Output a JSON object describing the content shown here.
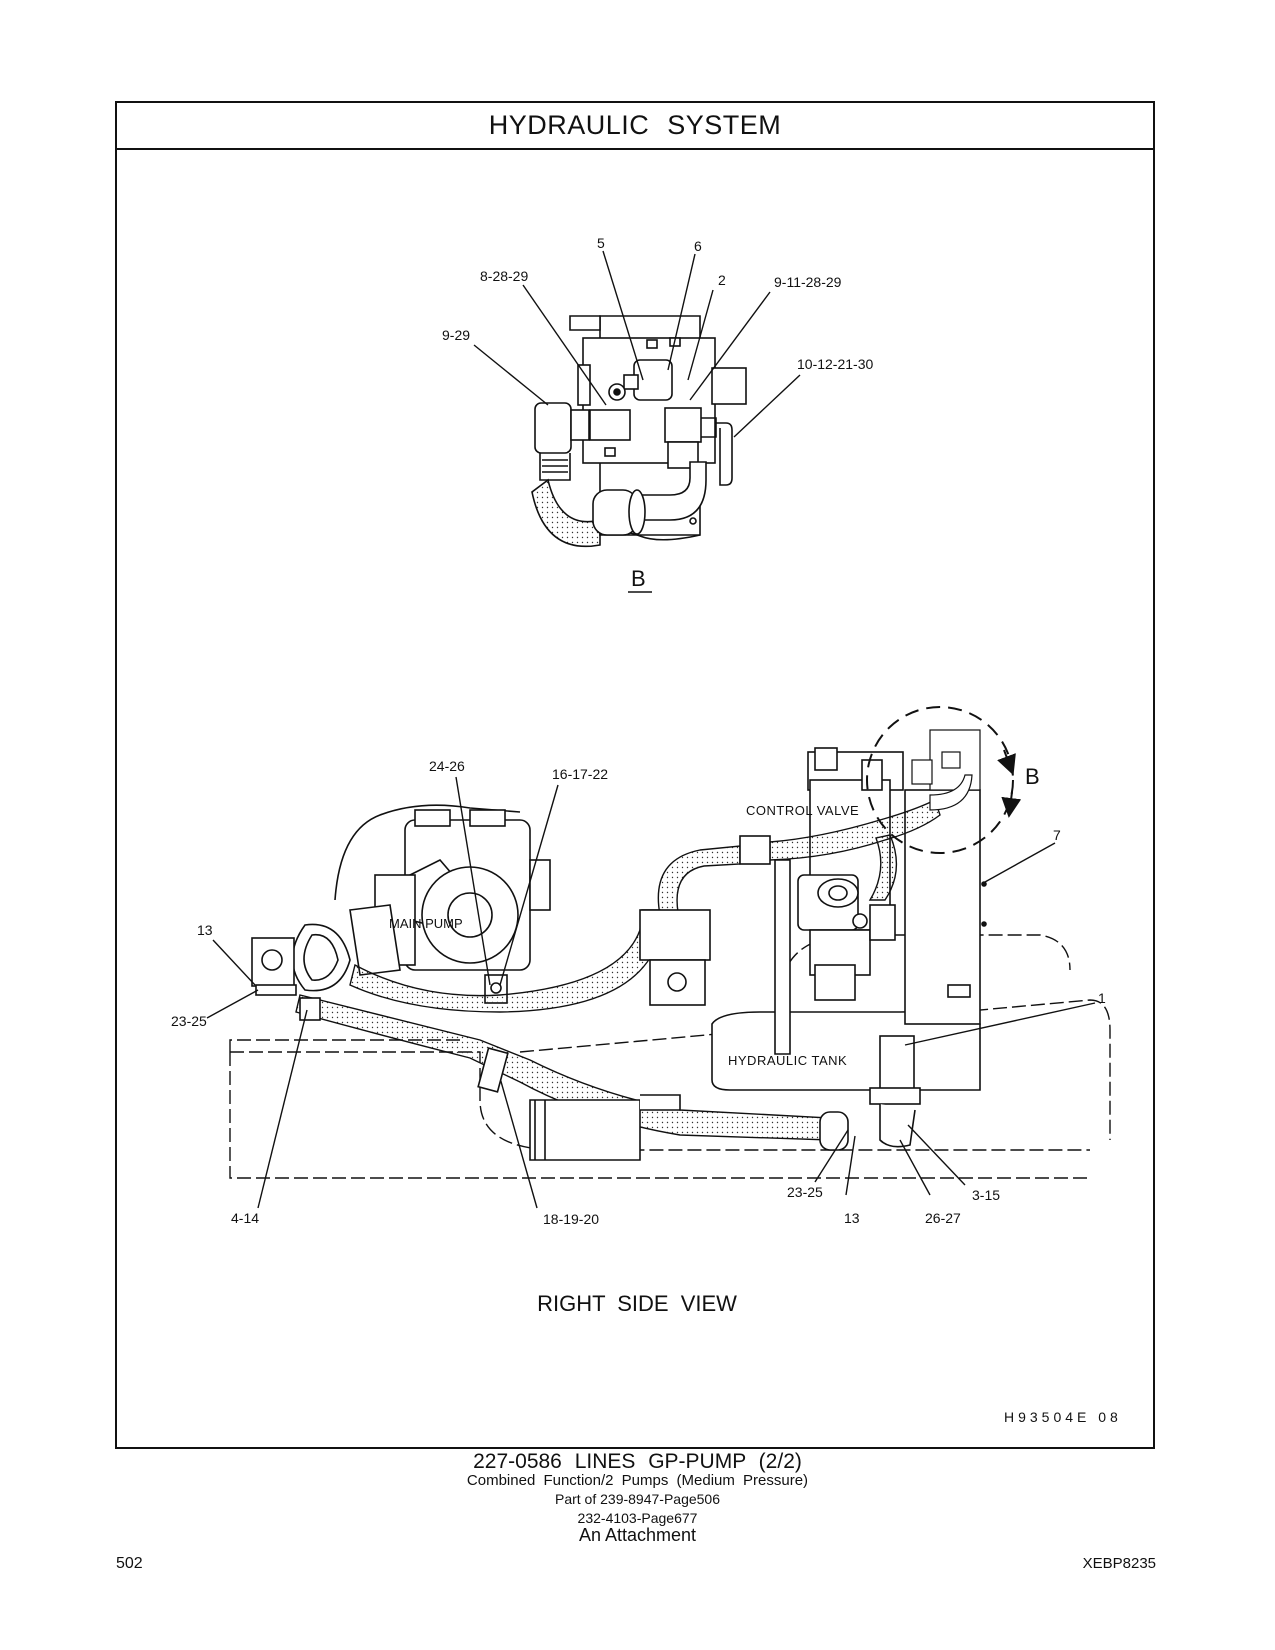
{
  "section_title": "HYDRAULIC SYSTEM",
  "detail_view": {
    "label": "B",
    "callouts": [
      "5",
      "6",
      "8-28-29",
      "2",
      "9-11-28-29",
      "9-29",
      "10-12-21-30"
    ]
  },
  "main_view": {
    "title": "RIGHT SIDE VIEW",
    "component_labels": [
      "MAIN PUMP",
      "CONTROL VALVE",
      "HYDRAULIC TANK"
    ],
    "detail_marker": "B",
    "callouts": [
      "24-26",
      "16-17-22",
      "13",
      "23-25",
      "7",
      "1",
      "4-14",
      "18-19-20",
      "23-25",
      "13",
      "26-27",
      "3-15"
    ]
  },
  "illustration_code": "H93504E 08",
  "caption": {
    "part_line": "227-0586 LINES GP-PUMP (2/2)",
    "subtitle": "Combined Function/2 Pumps (Medium Pressure)",
    "ref1": "Part of 239-8947-Page506",
    "ref2": "232-4103-Page677",
    "note": "An Attachment"
  },
  "page_number": "502",
  "doc_code": "XEBP8235"
}
